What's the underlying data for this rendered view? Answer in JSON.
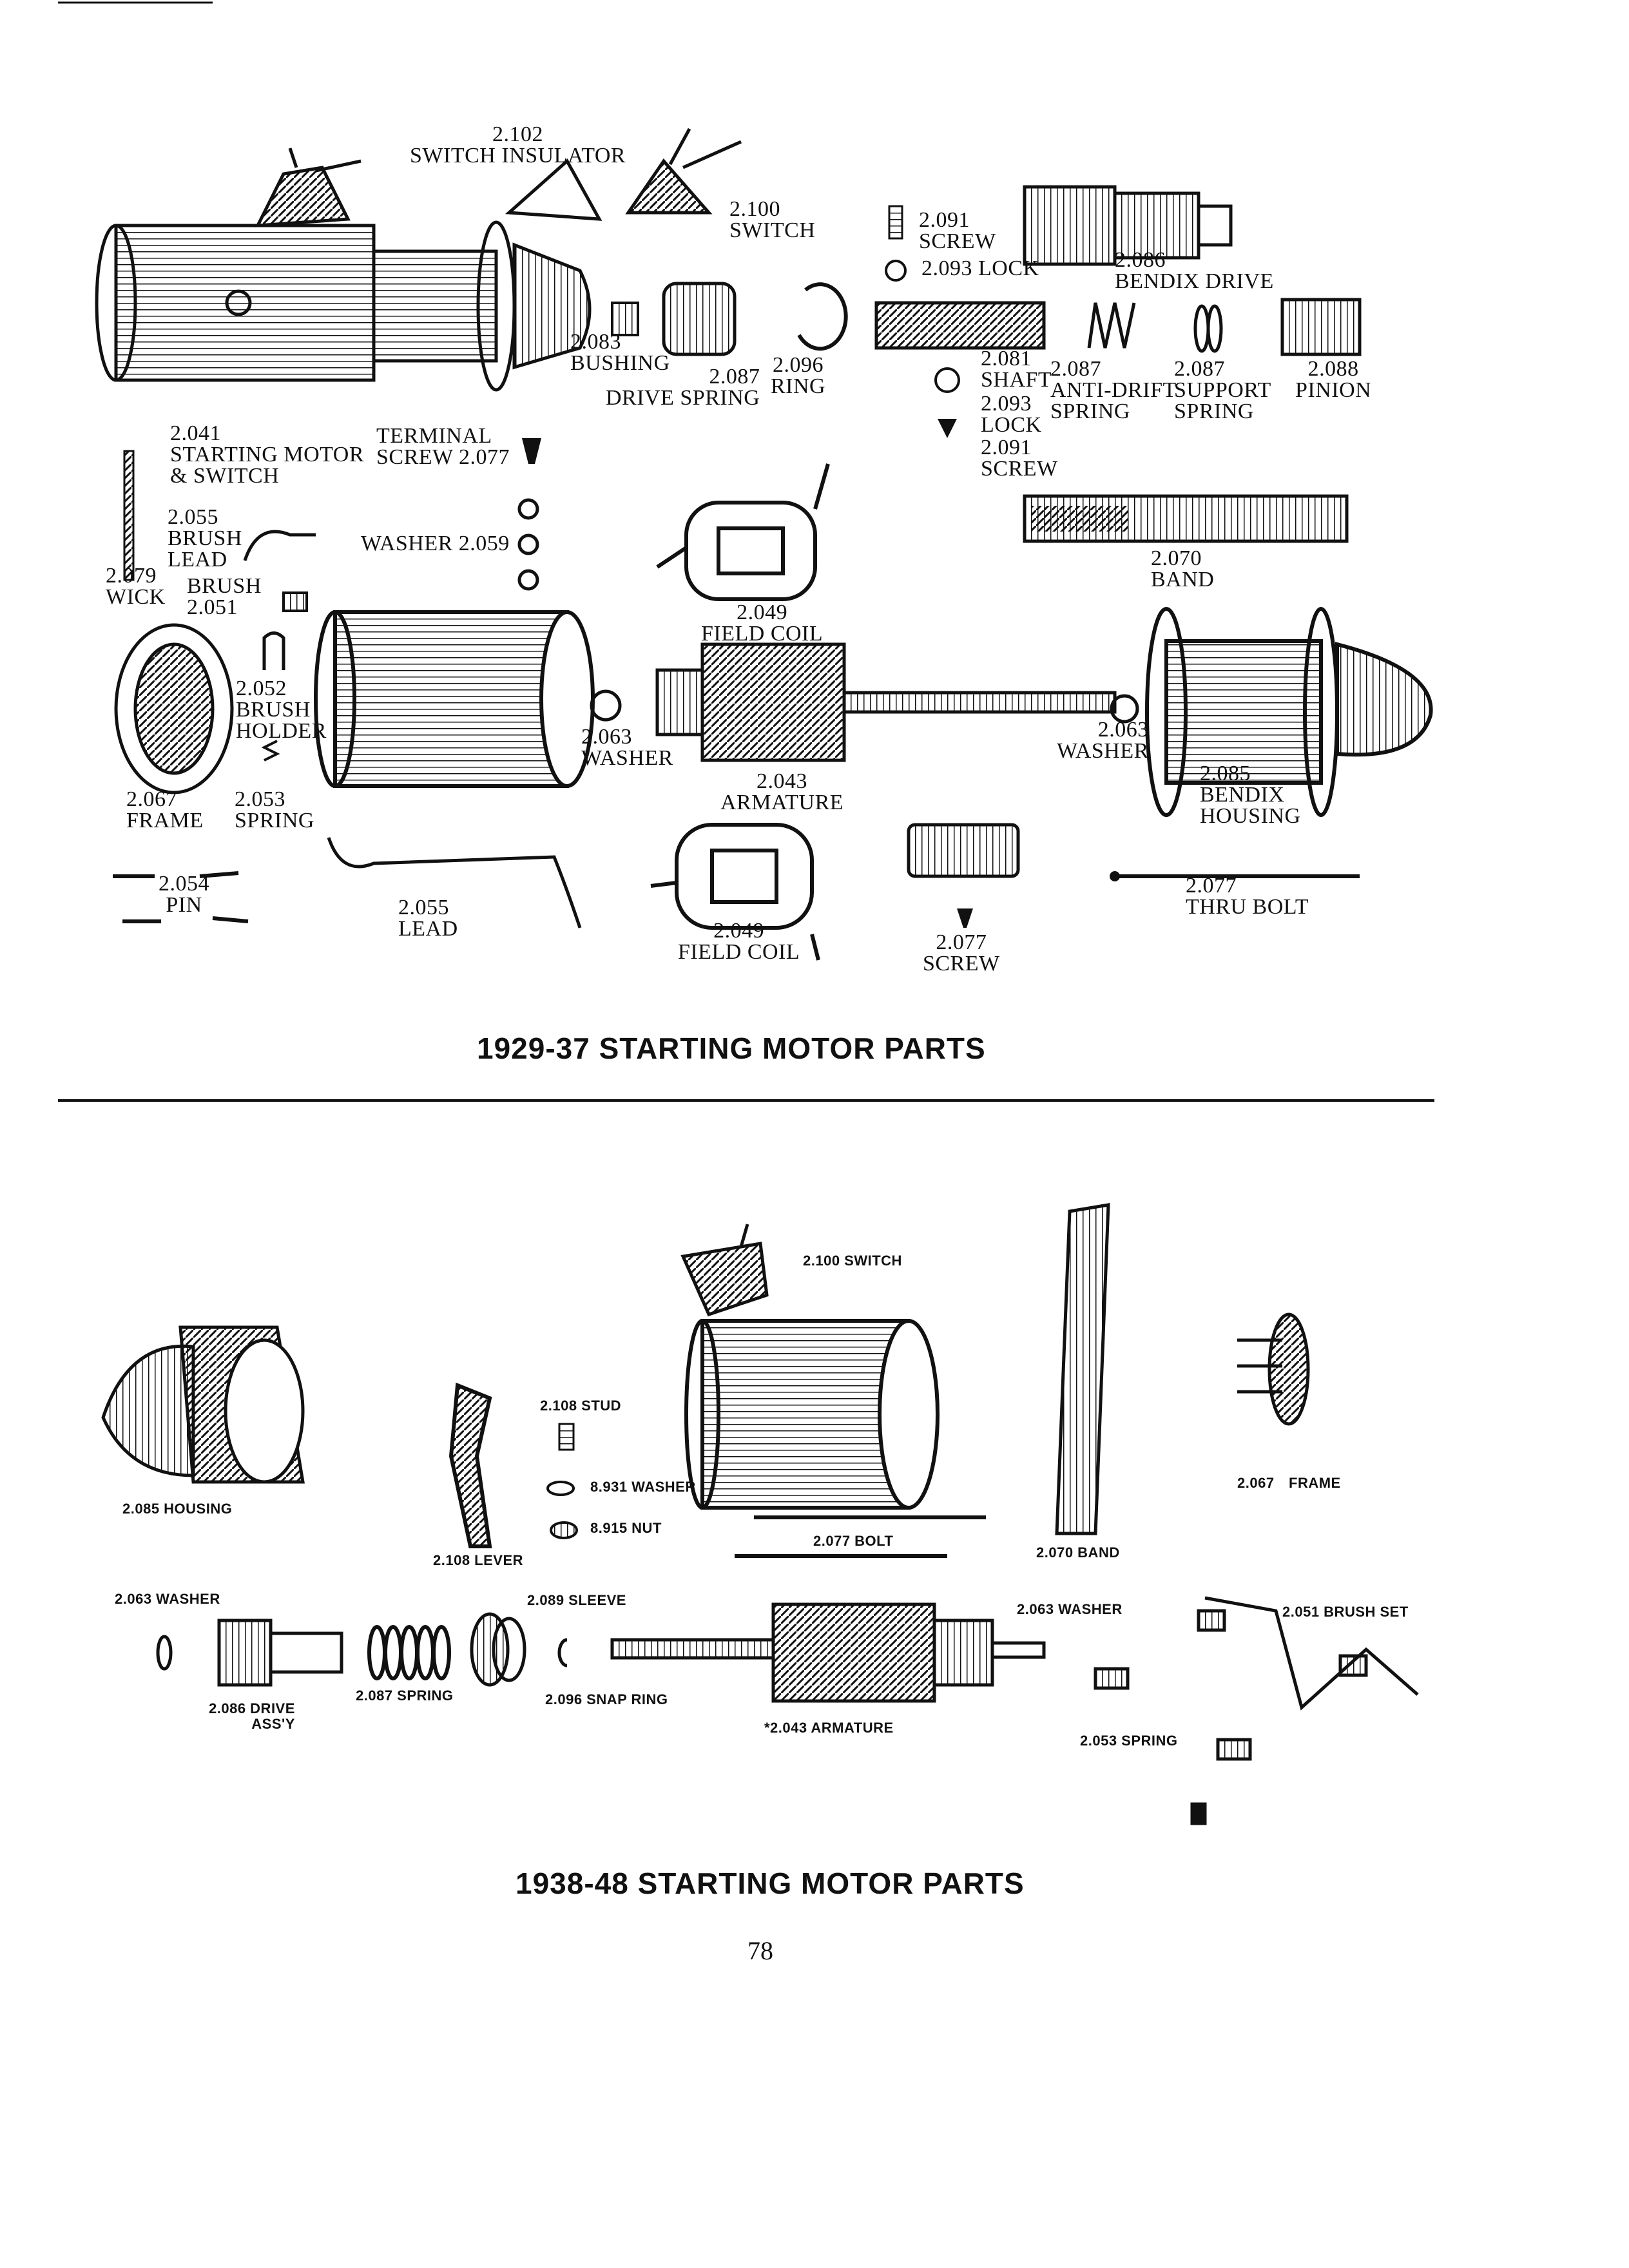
{
  "page": {
    "number": "78",
    "section_top_title": "1929-37 STARTING MOTOR PARTS",
    "section_bottom_title": "1938-48 STARTING MOTOR PARTS"
  },
  "labels_1929_37": {
    "switch_insulator": "2.102\nSWITCH INSULATOR",
    "switch": "2.100\nSWITCH",
    "screw_2091_top": "2.091\nSCREW",
    "lock_2093_top": "2.093 LOCK",
    "bendix_drive": "2.086\nBENDIX DRIVE",
    "bushing": "2.083\nBUSHING",
    "drive_spring": "2.087\nDRIVE SPRING",
    "ring": "2.096\nRING",
    "shaft": "2.081\nSHAFT",
    "anti_drift_spring": "2.087\nANTI-DRIFT\nSPRING",
    "support_spring": "2.087\nSUPPORT\nSPRING",
    "pinion": "2.088\nPINION",
    "lock_2093_mid": "2.093\nLOCK",
    "screw_2091_mid": "2.091\nSCREW",
    "starting_motor": "2.041\nSTARTING MOTOR\n& SWITCH",
    "terminal_screw": "TERMINAL\nSCREW 2.077",
    "brush_lead": "2.055\nBRUSH\nLEAD",
    "washer_2059": "WASHER 2.059",
    "wick": "2.079\nWICK",
    "brush": "BRUSH\n2.051",
    "band": "2.070\nBAND",
    "field_coil_upper": "2.049\nFIELD COIL",
    "brush_holder": "2.052\nBRUSH\nHOLDER",
    "washer_2063_left": "2.063\nWASHER",
    "armature": "2.043\nARMATURE",
    "washer_2063_right": "2.063\nWASHER",
    "bendix_housing": "2.085\nBENDIX\nHOUSING",
    "frame": "2.067\nFRAME",
    "spring_2053": "2.053\nSPRING",
    "pin": "2.054\nPIN",
    "lead": "2.055\nLEAD",
    "field_coil_lower": "2.049\nFIELD COIL",
    "screw_2077": "2.077\nSCREW",
    "thru_bolt": "2.077\nTHRU BOLT"
  },
  "labels_1938_48": {
    "switch": "2.100 SWITCH",
    "housing": "2.085 HOUSING",
    "stud": "2.108 STUD",
    "washer_8931": "8.931 WASHER",
    "nut": "8.915 NUT",
    "lever": "2.108 LEVER",
    "bolt": "2.077 BOLT",
    "band": "2.070 BAND",
    "frame_num": "2.067",
    "frame_word": "FRAME",
    "washer_2063_left": "2.063 WASHER",
    "sleeve": "2.089 SLEEVE",
    "washer_2063_right": "2.063 WASHER",
    "brush_set": "2.051 BRUSH SET",
    "drive": "2.086 DRIVE\nASS'Y",
    "spring_2087": "2.087 SPRING",
    "snap_ring": "2.096 SNAP RING",
    "armature": "*2.043 ARMATURE",
    "spring_2053": "2.053 SPRING"
  }
}
